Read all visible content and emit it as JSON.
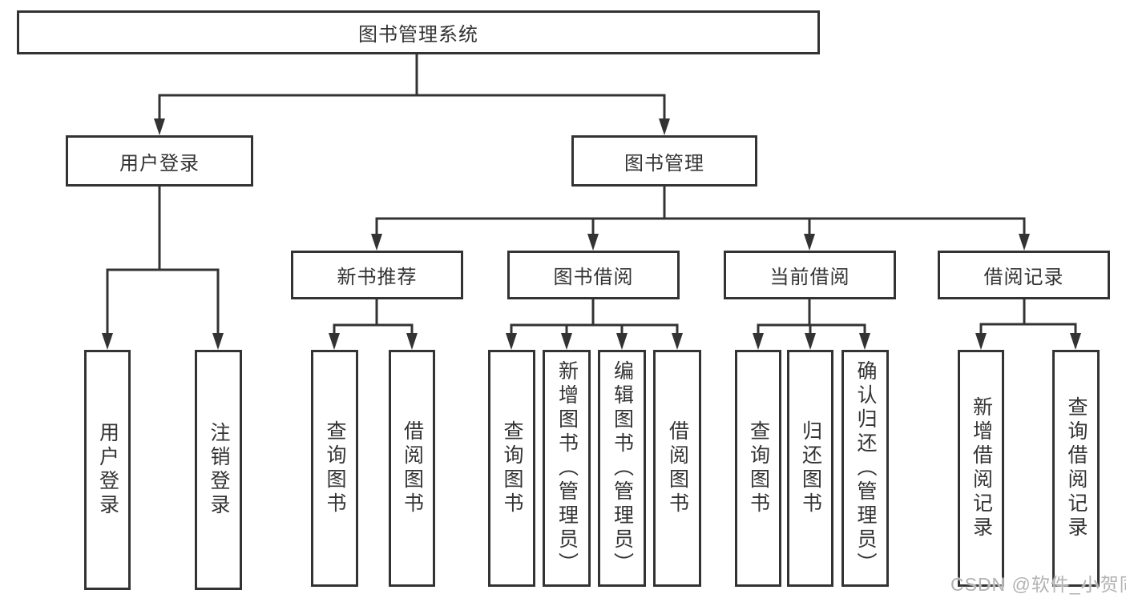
{
  "diagram": {
    "type": "hierarchy",
    "title": "图书管理系统",
    "nodes": {
      "root": {
        "label": "图书管理系统"
      },
      "user_login": {
        "label": "用户登录"
      },
      "book_mgmt": {
        "label": "图书管理"
      },
      "new_rec": {
        "label": "新书推荐"
      },
      "book_borrow": {
        "label": "图书借阅"
      },
      "current_borrow": {
        "label": "当前借阅"
      },
      "borrow_record": {
        "label": "借阅记录"
      },
      "leaf_user_login": {
        "label": "用户登录"
      },
      "leaf_logout": {
        "label": "注销登录"
      },
      "leaf_rec_query": {
        "label": "查询图书"
      },
      "leaf_rec_borrow": {
        "label": "借阅图书"
      },
      "leaf_bb_query": {
        "label": "查询图书"
      },
      "leaf_bb_add": {
        "label": "新增图书（管理员）"
      },
      "leaf_bb_edit": {
        "label": "编辑图书（管理员）"
      },
      "leaf_bb_borrow": {
        "label": "借阅图书"
      },
      "leaf_cb_query": {
        "label": "查询图书"
      },
      "leaf_cb_return": {
        "label": "归还图书"
      },
      "leaf_cb_confirm": {
        "label": "确认归还（管理员）"
      },
      "leaf_br_add": {
        "label": "新增借阅记录"
      },
      "leaf_br_query": {
        "label": "查询借阅记录"
      }
    },
    "edges": [
      {
        "from": "图书管理系统",
        "to": "用户登录"
      },
      {
        "from": "图书管理系统",
        "to": "图书管理"
      },
      {
        "from": "用户登录",
        "to": "用户登录"
      },
      {
        "from": "用户登录",
        "to": "注销登录"
      },
      {
        "from": "图书管理",
        "to": "新书推荐"
      },
      {
        "from": "图书管理",
        "to": "图书借阅"
      },
      {
        "from": "图书管理",
        "to": "当前借阅"
      },
      {
        "from": "图书管理",
        "to": "借阅记录"
      },
      {
        "from": "新书推荐",
        "to": "查询图书"
      },
      {
        "from": "新书推荐",
        "to": "借阅图书"
      },
      {
        "from": "图书借阅",
        "to": "查询图书"
      },
      {
        "from": "图书借阅",
        "to": "新增图书（管理员）"
      },
      {
        "from": "图书借阅",
        "to": "编辑图书（管理员）"
      },
      {
        "from": "图书借阅",
        "to": "借阅图书"
      },
      {
        "from": "当前借阅",
        "to": "查询图书"
      },
      {
        "from": "当前借阅",
        "to": "归还图书"
      },
      {
        "from": "当前借阅",
        "to": "确认归还（管理员）"
      },
      {
        "from": "借阅记录",
        "to": "新增借阅记录"
      },
      {
        "from": "借阅记录",
        "to": "查询借阅记录"
      }
    ],
    "colors": {
      "line": "#333333",
      "box_border": "#333333",
      "text": "#333333",
      "background": "#ffffff",
      "watermark": "#b2b2b2"
    }
  },
  "watermark": {
    "text": "CSDN @软件_小贺同学"
  }
}
